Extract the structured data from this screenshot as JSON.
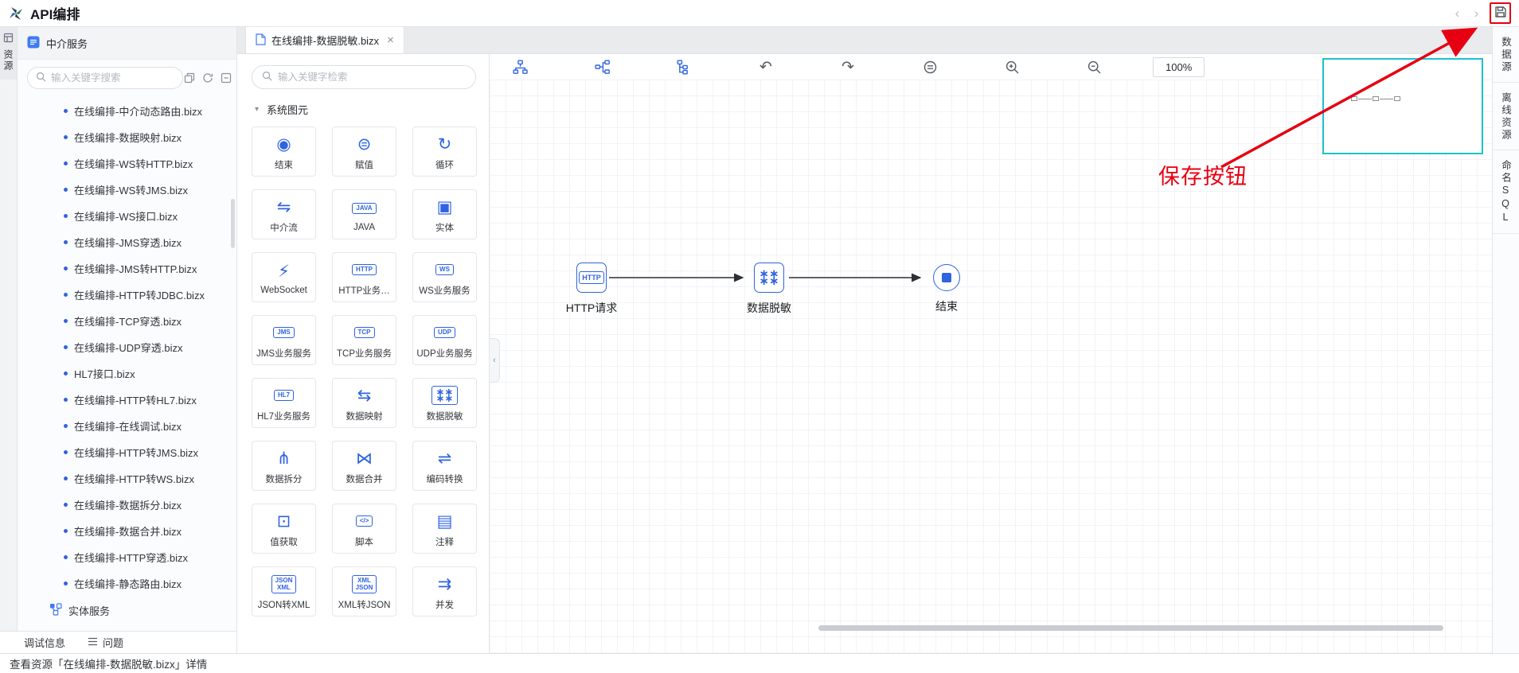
{
  "colors": {
    "accent_blue": "#2f63e0",
    "minimap_border": "#1ec1c9",
    "annotation_red": "#e60012"
  },
  "top_bar": {
    "title": "API编排",
    "nav": {
      "back": "‹",
      "forward": "›"
    }
  },
  "left_strip": {
    "label": "资源"
  },
  "sidebar": {
    "header": {
      "label": "中介服务"
    },
    "search": {
      "placeholder": "输入关键字搜索"
    },
    "tools": [
      "copy-icon",
      "refresh-icon",
      "collapse-all-icon"
    ],
    "files": [
      "在线编排-中介动态路由.bizx",
      "在线编排-数据映射.bizx",
      "在线编排-WS转HTTP.bizx",
      "在线编排-WS转JMS.bizx",
      "在线编排-WS接口.bizx",
      "在线编排-JMS穿透.bizx",
      "在线编排-JMS转HTTP.bizx",
      "在线编排-HTTP转JDBC.bizx",
      "在线编排-TCP穿透.bizx",
      "在线编排-UDP穿透.bizx",
      "HL7接口.bizx",
      "在线编排-HTTP转HL7.bizx",
      "在线编排-在线调试.bizx",
      "在线编排-HTTP转JMS.bizx",
      "在线编排-HTTP转WS.bizx",
      "在线编排-数据拆分.bizx",
      "在线编排-数据合并.bizx",
      "在线编排-HTTP穿透.bizx",
      "在线编排-静态路由.bizx"
    ],
    "entity_service": "实体服务"
  },
  "bottom_tabs": {
    "debug": "调试信息",
    "problems": "问题"
  },
  "status_bar": "查看资源「在线编排-数据脱敏.bizx」详情",
  "editor_tabs": [
    {
      "label": "在线编排-数据脱敏.bizx",
      "close": "×"
    }
  ],
  "palette": {
    "search": {
      "placeholder": "输入关键字检索"
    },
    "section": {
      "caret": "▾",
      "label": "系统图元"
    },
    "items": [
      {
        "label": "结束",
        "icon": "end-icon",
        "kind": "glyph",
        "glyph": "◉"
      },
      {
        "label": "赋值",
        "icon": "assign-icon",
        "kind": "glyph",
        "glyph": "⊜"
      },
      {
        "label": "循环",
        "icon": "loop-icon",
        "kind": "glyph",
        "glyph": "↻"
      },
      {
        "label": "中介流",
        "icon": "mediation-flow-icon",
        "kind": "glyph",
        "glyph": "⇋"
      },
      {
        "label": "JAVA",
        "icon": "java-icon",
        "kind": "badge",
        "badge": [
          "JAVA"
        ]
      },
      {
        "label": "实体",
        "icon": "entity-icon",
        "kind": "glyph",
        "glyph": "▣"
      },
      {
        "label": "WebSocket",
        "icon": "websocket-icon",
        "kind": "glyph",
        "glyph": "⚡"
      },
      {
        "label": "HTTP业务…",
        "icon": "http-service-icon",
        "kind": "badge",
        "badge": [
          "HTTP"
        ]
      },
      {
        "label": "WS业务服务",
        "icon": "ws-service-icon",
        "kind": "badge",
        "badge": [
          "WS"
        ]
      },
      {
        "label": "JMS业务服务",
        "icon": "jms-service-icon",
        "kind": "badge",
        "badge": [
          "JMS"
        ]
      },
      {
        "label": "TCP业务服务",
        "icon": "tcp-service-icon",
        "kind": "badge",
        "badge": [
          "TCP"
        ]
      },
      {
        "label": "UDP业务服务",
        "icon": "udp-service-icon",
        "kind": "badge",
        "badge": [
          "UDP"
        ]
      },
      {
        "label": "HL7业务服务",
        "icon": "hl7-service-icon",
        "kind": "badge",
        "badge": [
          "HL7"
        ]
      },
      {
        "label": "数据映射",
        "icon": "data-mapping-icon",
        "kind": "glyph",
        "glyph": "⇆"
      },
      {
        "label": "数据脱敏",
        "icon": "data-masking-icon",
        "kind": "mask",
        "mask": "∗∗"
      },
      {
        "label": "数据拆分",
        "icon": "data-split-icon",
        "kind": "glyph",
        "glyph": "⋔"
      },
      {
        "label": "数据合并",
        "icon": "data-merge-icon",
        "kind": "glyph",
        "glyph": "⋈"
      },
      {
        "label": "编码转换",
        "icon": "encoding-convert-icon",
        "kind": "glyph",
        "glyph": "⇌"
      },
      {
        "label": "值获取",
        "icon": "value-get-icon",
        "kind": "glyph",
        "glyph": "⊡"
      },
      {
        "label": "脚本",
        "icon": "script-icon",
        "kind": "badge",
        "badge": [
          "</>"
        ]
      },
      {
        "label": "注释",
        "icon": "comment-icon",
        "kind": "glyph",
        "glyph": "▤"
      },
      {
        "label": "JSON转XML",
        "icon": "json-to-xml-icon",
        "kind": "badge",
        "badge": [
          "JSON",
          "XML"
        ]
      },
      {
        "label": "XML转JSON",
        "icon": "xml-to-json-icon",
        "kind": "badge",
        "badge": [
          "XML",
          "JSON"
        ]
      },
      {
        "label": "并发",
        "icon": "concurrent-icon",
        "kind": "glyph",
        "glyph": "⇉"
      }
    ]
  },
  "canvas": {
    "toolbar": {
      "icons": [
        "layout-vertical-icon",
        "layout-horizontal-icon",
        "layout-compact-icon",
        "undo-icon",
        "redo-icon",
        "fit-view-icon",
        "zoom-in-icon",
        "zoom-out-icon"
      ],
      "zoom_level": "100%"
    },
    "flow": {
      "nodes": [
        {
          "label": "HTTP请求",
          "icon": "http-request-node-icon",
          "badge": "HTTP"
        },
        {
          "label": "数据脱敏",
          "icon": "data-masking-node-icon",
          "mask": "∗∗"
        },
        {
          "label": "结束",
          "icon": "end-node-icon"
        }
      ]
    }
  },
  "right_strip": {
    "tabs": [
      "数据源",
      "离线资源",
      "命名SQL"
    ]
  },
  "annotation": {
    "label": "保存按钮"
  }
}
